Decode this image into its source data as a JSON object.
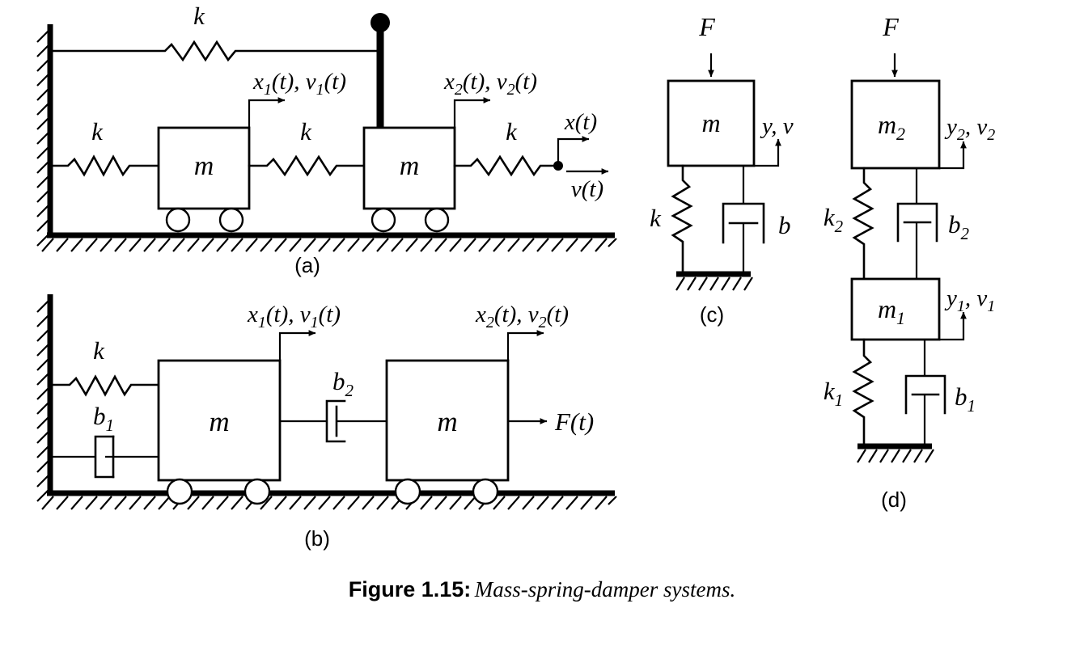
{
  "figure": {
    "caption_label": "Figure 1.15:",
    "caption_text": "Mass-spring-damper systems.",
    "panel_labels": {
      "a": "(a)",
      "b": "(b)",
      "c": "(c)",
      "d": "(d)"
    }
  },
  "panel_a": {
    "label": "(a)",
    "springs": [
      {
        "name": "top-spring",
        "label": "k"
      },
      {
        "name": "left-spring",
        "label": "k"
      },
      {
        "name": "middle-spring",
        "label": "k"
      },
      {
        "name": "right-spring",
        "label": "k"
      }
    ],
    "masses": [
      {
        "name": "mass-1",
        "label": "m"
      },
      {
        "name": "mass-2",
        "label": "m"
      }
    ],
    "coordinates": [
      {
        "name": "coord-x1v1",
        "label": "x₁(t), v₁(t)",
        "x": "x",
        "x_sub": "1",
        "v": "v",
        "v_sub": "1"
      },
      {
        "name": "coord-x2v2",
        "label": "x₂(t), v₂(t)",
        "x": "x",
        "x_sub": "2",
        "v": "v",
        "v_sub": "2"
      },
      {
        "name": "coord-x",
        "label": "x(t)"
      },
      {
        "name": "coord-v",
        "label": "v(t)"
      }
    ]
  },
  "panel_b": {
    "label": "(b)",
    "spring_label": "k",
    "damper_1_label": "b",
    "damper_1_sub": "1",
    "damper_2_label": "b",
    "damper_2_sub": "2",
    "masses": [
      {
        "name": "mass-1",
        "label": "m"
      },
      {
        "name": "mass-2",
        "label": "m"
      }
    ],
    "coordinates": [
      {
        "name": "coord-x1v1",
        "x": "x",
        "x_sub": "1",
        "v": "v",
        "v_sub": "1"
      },
      {
        "name": "coord-x2v2",
        "x": "x",
        "x_sub": "2",
        "v": "v",
        "v_sub": "2"
      }
    ],
    "force_label": "F(t)"
  },
  "panel_c": {
    "label": "(c)",
    "force_label": "F",
    "mass_label": "m",
    "spring_label": "k",
    "damper_label": "b",
    "output_label": "y, v"
  },
  "panel_d": {
    "label": "(d)",
    "force_label": "F",
    "mass_2_label": "m",
    "mass_2_sub": "2",
    "mass_1_label": "m",
    "mass_1_sub": "1",
    "spring_2_label": "k",
    "spring_2_sub": "2",
    "spring_1_label": "k",
    "spring_1_sub": "1",
    "damper_2_label": "b",
    "damper_2_sub": "2",
    "damper_1_label": "b",
    "damper_1_sub": "1",
    "output_2_label": "y",
    "output_2_sub": "2",
    "output_2_v": "v",
    "output_2_v_sub": "2",
    "output_1_label": "y",
    "output_1_sub": "1",
    "output_1_v": "v",
    "output_1_v_sub": "1"
  },
  "colors": {
    "stroke": "#000000",
    "background": "#ffffff"
  }
}
